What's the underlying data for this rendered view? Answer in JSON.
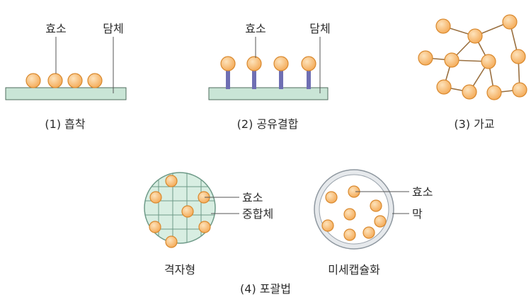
{
  "labels": {
    "enzyme": "효소",
    "carrier": "담체",
    "matrix": "중합체",
    "membrane": "막"
  },
  "captions": {
    "adsorption": "(1) 흡착",
    "covalent": "(2) 공유결합",
    "crosslink": "(3) 가교",
    "lattice": "격자형",
    "microcapsule": "미세캡슐화",
    "entrapment": "(4) 포괄법"
  },
  "colors": {
    "enzyme_fill": "#f6b96a",
    "enzyme_highlight": "#fde3bc",
    "enzyme_stroke": "#d9892e",
    "carrier_fill": "#c9e5d6",
    "carrier_stroke": "#4f6d5e",
    "linker": "#6f6fb3",
    "crosslink_line": "#9a7040",
    "grid_line": "#6e9a88",
    "membrane": "#9aa3ac",
    "pointer_line": "#555555"
  }
}
